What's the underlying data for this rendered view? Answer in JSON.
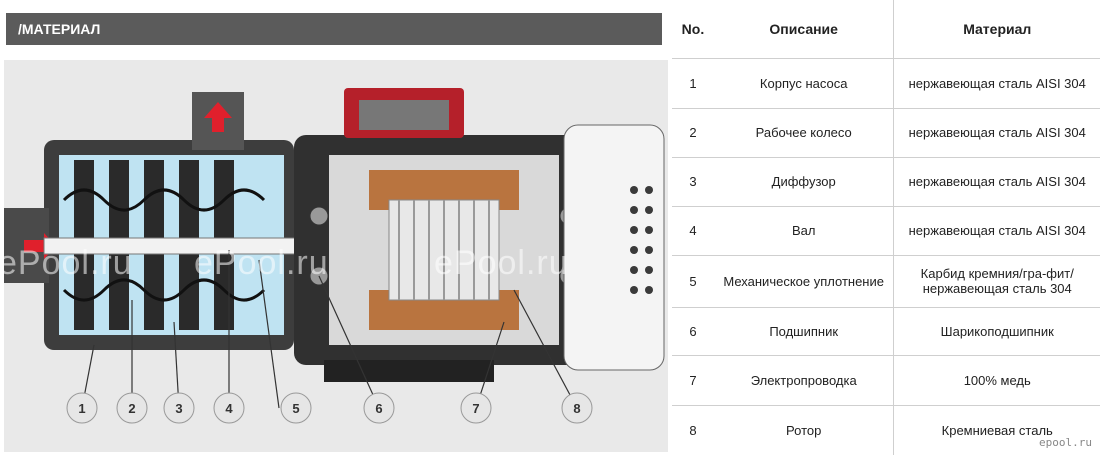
{
  "section_title": "/МАТЕРИАЛ",
  "callouts": [
    "1",
    "2",
    "3",
    "4",
    "5",
    "6",
    "7",
    "8"
  ],
  "watermark": "ePool.ru",
  "table": {
    "headers": {
      "no": "No.",
      "description": "Описание",
      "material": "Материал"
    },
    "rows": [
      {
        "no": "1",
        "description": "Корпус насоса",
        "material": "нержавеющая сталь AISI 304"
      },
      {
        "no": "2",
        "description": "Рабочее колесо",
        "material": "нержавеющая сталь AISI 304"
      },
      {
        "no": "3",
        "description": "Диффузор",
        "material": "нержавеющая сталь AISI 304"
      },
      {
        "no": "4",
        "description": "Вал",
        "material": "нержавеющая сталь AISI 304"
      },
      {
        "no": "5",
        "description": "Механическое уплотнение",
        "material": "Карбид кремния/гра-фит/нержавеющая сталь 304"
      },
      {
        "no": "6",
        "description": "Подшипник",
        "material": "Шарикоподшипник"
      },
      {
        "no": "7",
        "description": "Электропроводка",
        "material": "100% медь"
      },
      {
        "no": "8",
        "description": "Ротор",
        "material": "Кремниевая сталь"
      }
    ]
  },
  "logo_text": "epool.ru",
  "colors": {
    "header_bg": "#5b5b5b",
    "water": "#bfe3f2",
    "arrow": "#e0202c",
    "copper": "#b9743f"
  }
}
